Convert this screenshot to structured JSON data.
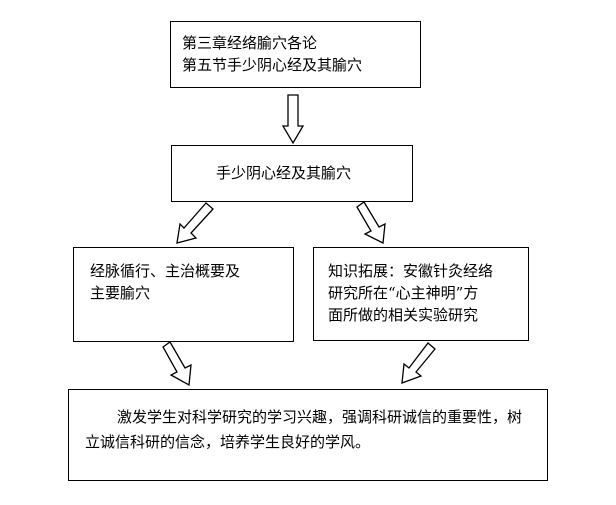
{
  "diagram": {
    "title_box": {
      "line1": "第三章经络腧穴各论",
      "line2": "第五节手少阴心经及其腧穴"
    },
    "main_box": {
      "label": "手少阴心经及其腧穴"
    },
    "left_box": {
      "line1": "经脉循行、主治概要及",
      "line2": "主要腧穴"
    },
    "right_box": {
      "line1": "知识拓展：安徽针灸经络",
      "line2": "研究所在“心主神明”方",
      "line3": "面所做的相关实验研究"
    },
    "bottom_box": {
      "text": "激发学生对科学研究的学习兴趣，强调科研诚信的重要性，树立诚信科研的信念，培养学生良好的学风。"
    },
    "colors": {
      "border": "#000000",
      "background": "#ffffff",
      "arrow_fill": "#ffffff"
    }
  }
}
